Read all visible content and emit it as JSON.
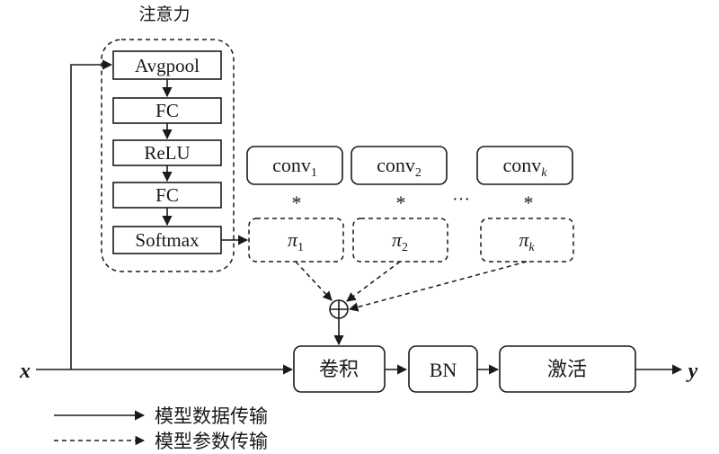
{
  "attention": {
    "title": "注意力",
    "layers": [
      "Avgpool",
      "FC",
      "ReLU",
      "FC",
      "Softmax"
    ]
  },
  "kernels": [
    {
      "base": "conv",
      "sub": "1"
    },
    {
      "base": "conv",
      "sub": "2"
    },
    {
      "base": "conv",
      "sub": "k"
    }
  ],
  "weights": [
    {
      "base": "π",
      "sub": "1"
    },
    {
      "base": "π",
      "sub": "2"
    },
    {
      "base": "π",
      "sub": "k"
    }
  ],
  "multiply_symbol": "*",
  "ellipsis": "···",
  "sum_symbol": "⊕",
  "pipeline": {
    "input": "x",
    "output": "y",
    "conv": "卷积",
    "bn": "BN",
    "activation": "激活"
  },
  "legend": {
    "solid": "模型数据传输",
    "dashed": "模型参数传输"
  }
}
